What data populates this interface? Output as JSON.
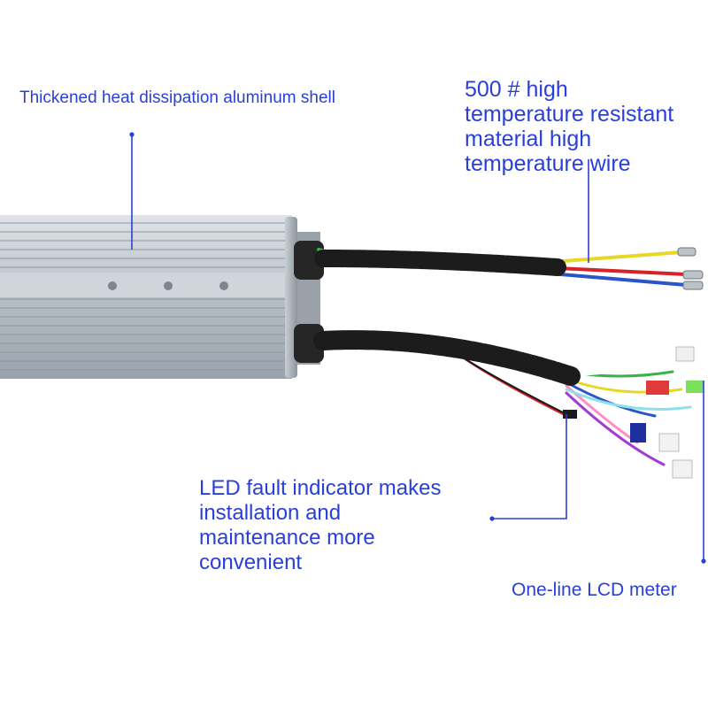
{
  "colors": {
    "annotation_text": "#2a3fd9",
    "leader_line": "#2a3fd9",
    "shell": "#b8c0c8",
    "sleeve": "#1c1c1c"
  },
  "callouts": {
    "shell": {
      "text": "Thickened heat dissipation aluminum shell"
    },
    "wire": {
      "lines": [
        "500 # high",
        "temperature resistant",
        "material high",
        "temperature wire"
      ]
    },
    "led": {
      "lines": [
        "LED fault indicator makes",
        "installation and",
        "maintenance more",
        "convenient"
      ]
    },
    "lcd": {
      "text": "One-line LCD meter"
    }
  }
}
